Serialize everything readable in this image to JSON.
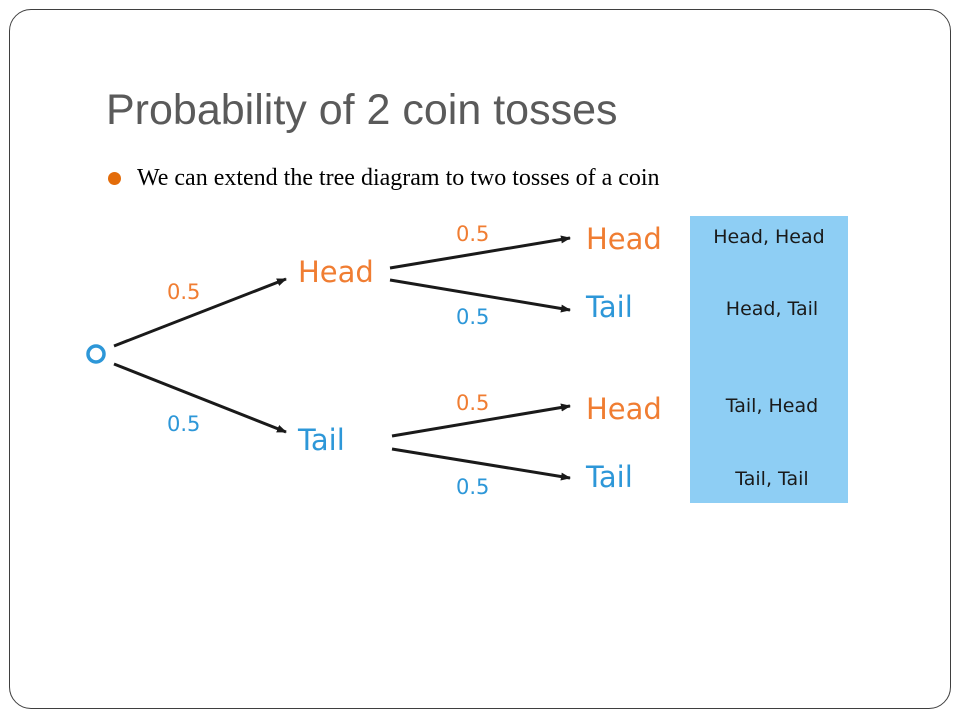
{
  "slide": {
    "title": "Probability of 2 coin tosses",
    "bullet": "We can extend the tree diagram to two tosses of a coin"
  },
  "colors": {
    "head": "#f07d32",
    "tail": "#2d97d8",
    "outcome_box": "#8ecef4",
    "line": "#1a1a1a",
    "bullet": "#e36c0a"
  },
  "tree": {
    "first_toss": {
      "head": {
        "label": "Head",
        "probability": "0.5"
      },
      "tail": {
        "label": "Tail",
        "probability": "0.5"
      }
    },
    "second_toss": {
      "after_head": {
        "head": {
          "label": "Head",
          "probability": "0.5"
        },
        "tail": {
          "label": "Tail",
          "probability": "0.5"
        }
      },
      "after_tail": {
        "head": {
          "label": "Head",
          "probability": "0.5"
        },
        "tail": {
          "label": "Tail",
          "probability": "0.5"
        }
      }
    },
    "outcomes": [
      "Head, Head",
      "Head, Tail",
      "Tail, Head",
      "Tail, Tail"
    ]
  }
}
